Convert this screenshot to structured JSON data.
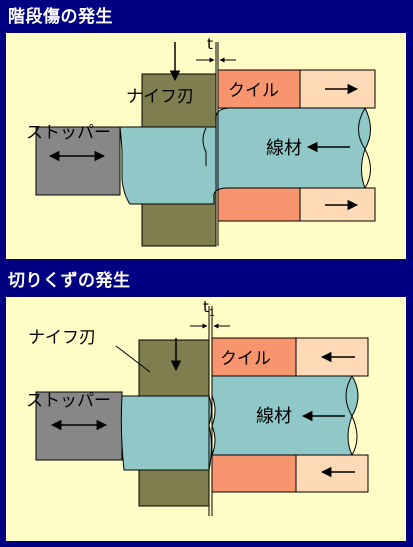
{
  "panels": [
    {
      "title": "階段傷の発生",
      "labels": {
        "knife": "ナイフ刃",
        "coil": "クイル",
        "stopper": "ストッパー",
        "wire": "線材",
        "gap": "t"
      }
    },
    {
      "title": "切りくずの発生",
      "labels": {
        "knife": "ナイフ刃",
        "coil": "クイル",
        "stopper": "ストッパー",
        "wire": "線材",
        "gap": "t",
        "gap_sub": "1"
      }
    }
  ],
  "colors": {
    "background": "#000080",
    "panel": "#fffcc6",
    "stopper": "#878787",
    "knife": "#7f7e4f",
    "wire": "#90c8c8",
    "coil": "#f7956e",
    "coil_light": "#fdd9b5"
  }
}
